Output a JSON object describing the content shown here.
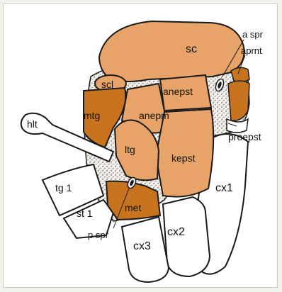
{
  "colors": {
    "light": "#e8a468",
    "dark": "#c8741f",
    "membrane": "#f4f1ea",
    "outline": "#1a1a1a",
    "background": "#ffffff"
  },
  "labels": {
    "sc": "sc",
    "a_spr": "a spr",
    "aprnt": "aprnt",
    "scl": "scl",
    "anepst": "anepst",
    "anepm": "anepm",
    "mtg": "mtg",
    "hlt": "hlt",
    "proepst": "proepst",
    "ltg": "ltg",
    "kepst": "kepst",
    "cx1": "cx1",
    "tg1": "tg 1",
    "st1": "st 1",
    "met": "met",
    "cx2": "cx2",
    "p_spr": "p spr",
    "cx3": "cx3"
  }
}
